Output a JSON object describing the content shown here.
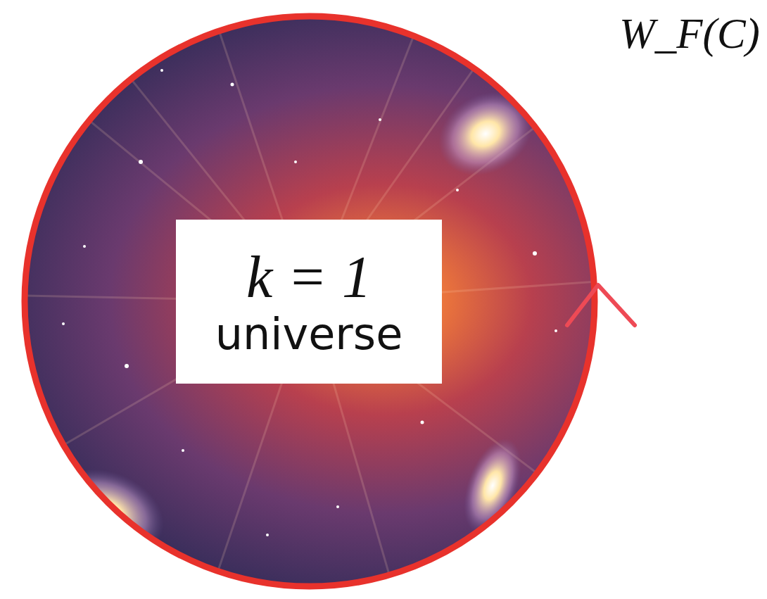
{
  "diagram": {
    "nodes": [
      {
        "text": [
          "W_F(C)"
        ]
      },
      {
        "text": [
          "k = 1",
          "universe"
        ],
        "in": 0
      }
    ]
  }
}
